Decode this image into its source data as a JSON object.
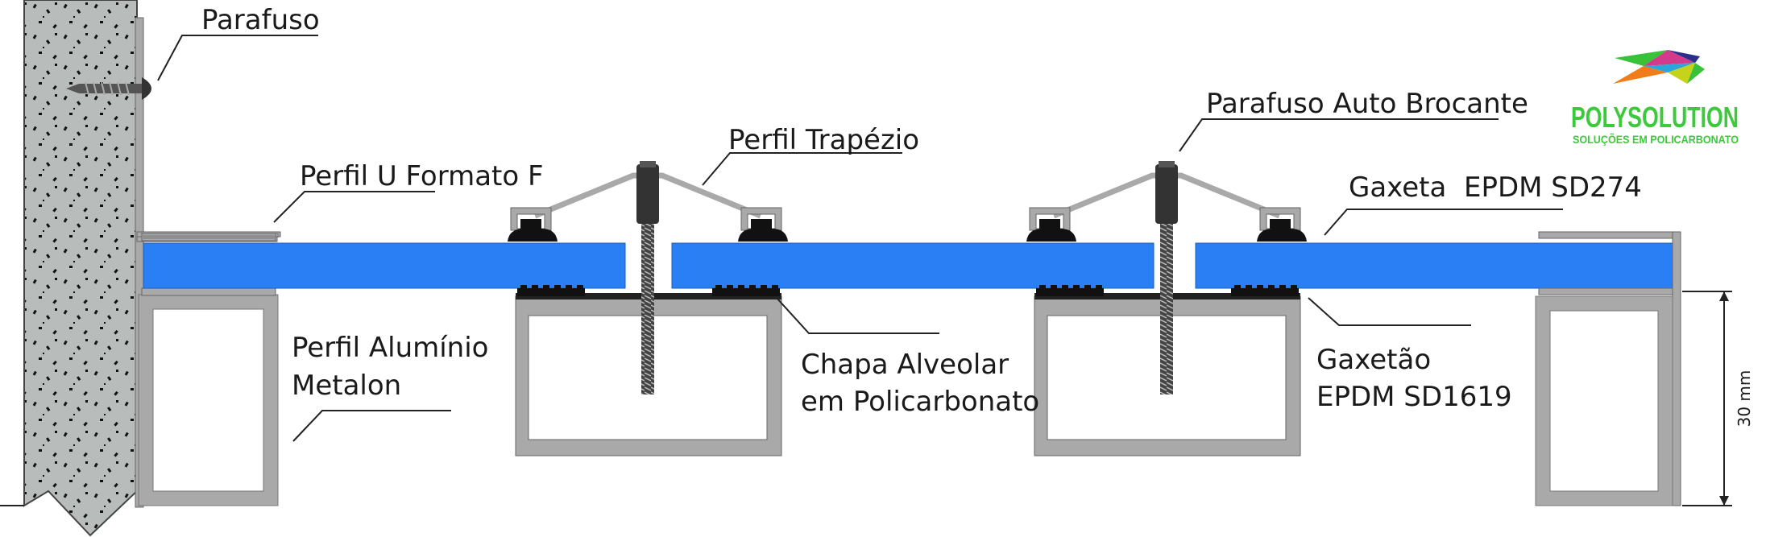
{
  "labels": {
    "parafuso": "Parafuso",
    "perfil_u": "Perfil U Formato F",
    "perfil_trapezio": "Perfil Trapézio",
    "parafuso_auto": "Parafuso Auto Brocante",
    "gaxeta": "Gaxeta  EPDM SD274",
    "perfil_aluminio_1": "Perfil Alumínio",
    "perfil_aluminio_2": "Metalon",
    "chapa_1": "Chapa Alveolar",
    "chapa_2": "em Policarbonato",
    "gaxetao_1": "Gaxetão",
    "gaxetao_2": "EPDM SD1619",
    "dimension": "30 mm"
  },
  "logo": {
    "name": "POLYSOLUTION",
    "tagline": "SOLUÇÕES EM POLICARBONATO",
    "icon": "polysolution-origami-bird-logo"
  },
  "colors": {
    "panel_blue": "#2b7ff5",
    "profile_gray": "#a9a9a9",
    "wall_gray": "#b8bcbb",
    "bolt_dark": "#333333",
    "logo_green": "#3cc93c"
  }
}
